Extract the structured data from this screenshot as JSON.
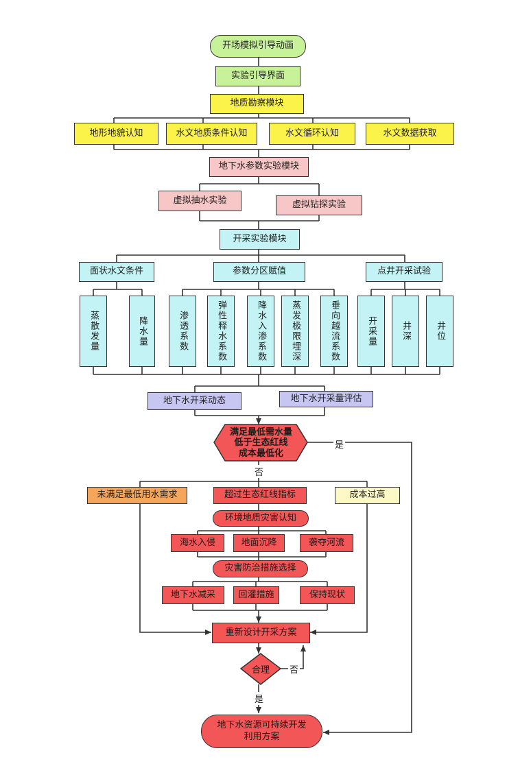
{
  "nodes": {
    "start": "开场模拟引导动画",
    "guide": "实验引导界面",
    "geo_survey": "地质勘察模块",
    "terrain": "地形地貌认知",
    "hydro_geo": "水文地质条件认知",
    "water_cycle": "水文循环认知",
    "hydro_data": "水文数据获取",
    "gw_param": "地下水参数实验模块",
    "pump_test": "虚拟抽水实验",
    "drill_test": "虚拟钻探实验",
    "mining_exp": "开采实验模块",
    "surface_cond": "面状水文条件",
    "param_assign": "参数分区赋值",
    "point_well": "点井开采试验",
    "evap": "蒸散发量",
    "precip": "降水量",
    "perm": "渗透系数",
    "elastic": "弹性释水系数",
    "infil": "降水入渗系数",
    "evap_depth": "蒸发极限埋深",
    "leakage": "垂向越流系数",
    "mining_vol": "开采量",
    "well_depth": "井深",
    "well_pos": "井位",
    "gw_dynamic": "地下水开采动态",
    "gw_eval": "地下水开采量评估",
    "decision": [
      "满足最低需水量",
      "低于生态红线",
      "成本最低化"
    ],
    "unmet": "未满足最低用水需求",
    "exceed": "超过生态红线指标",
    "cost_high": "成本过高",
    "env_hazard": "环境地质灾害认知",
    "seawater": "海水入侵",
    "subsidence": "地面沉降",
    "river_capture": "袭夺河流",
    "measures": "灾害防治措施选择",
    "reduce": "地下水减采",
    "recharge": "回灌措施",
    "keep": "保持现状",
    "redesign": "重新设计开采方案",
    "reasonable": "合理",
    "final": "地下水资源可持续开发利用方案"
  },
  "labels": {
    "yes_right": "是",
    "no_down": "否",
    "no_right": "否",
    "yes_down": "是"
  },
  "colors": {
    "green": "#c8f29a",
    "yellow": "#fbf24a",
    "pink": "#f7c6c6",
    "cyan": "#c3f3f5",
    "lavender": "#c7c6f2",
    "red": "#f25656",
    "orange": "#f5a65b",
    "cream": "#fcf9c6"
  }
}
